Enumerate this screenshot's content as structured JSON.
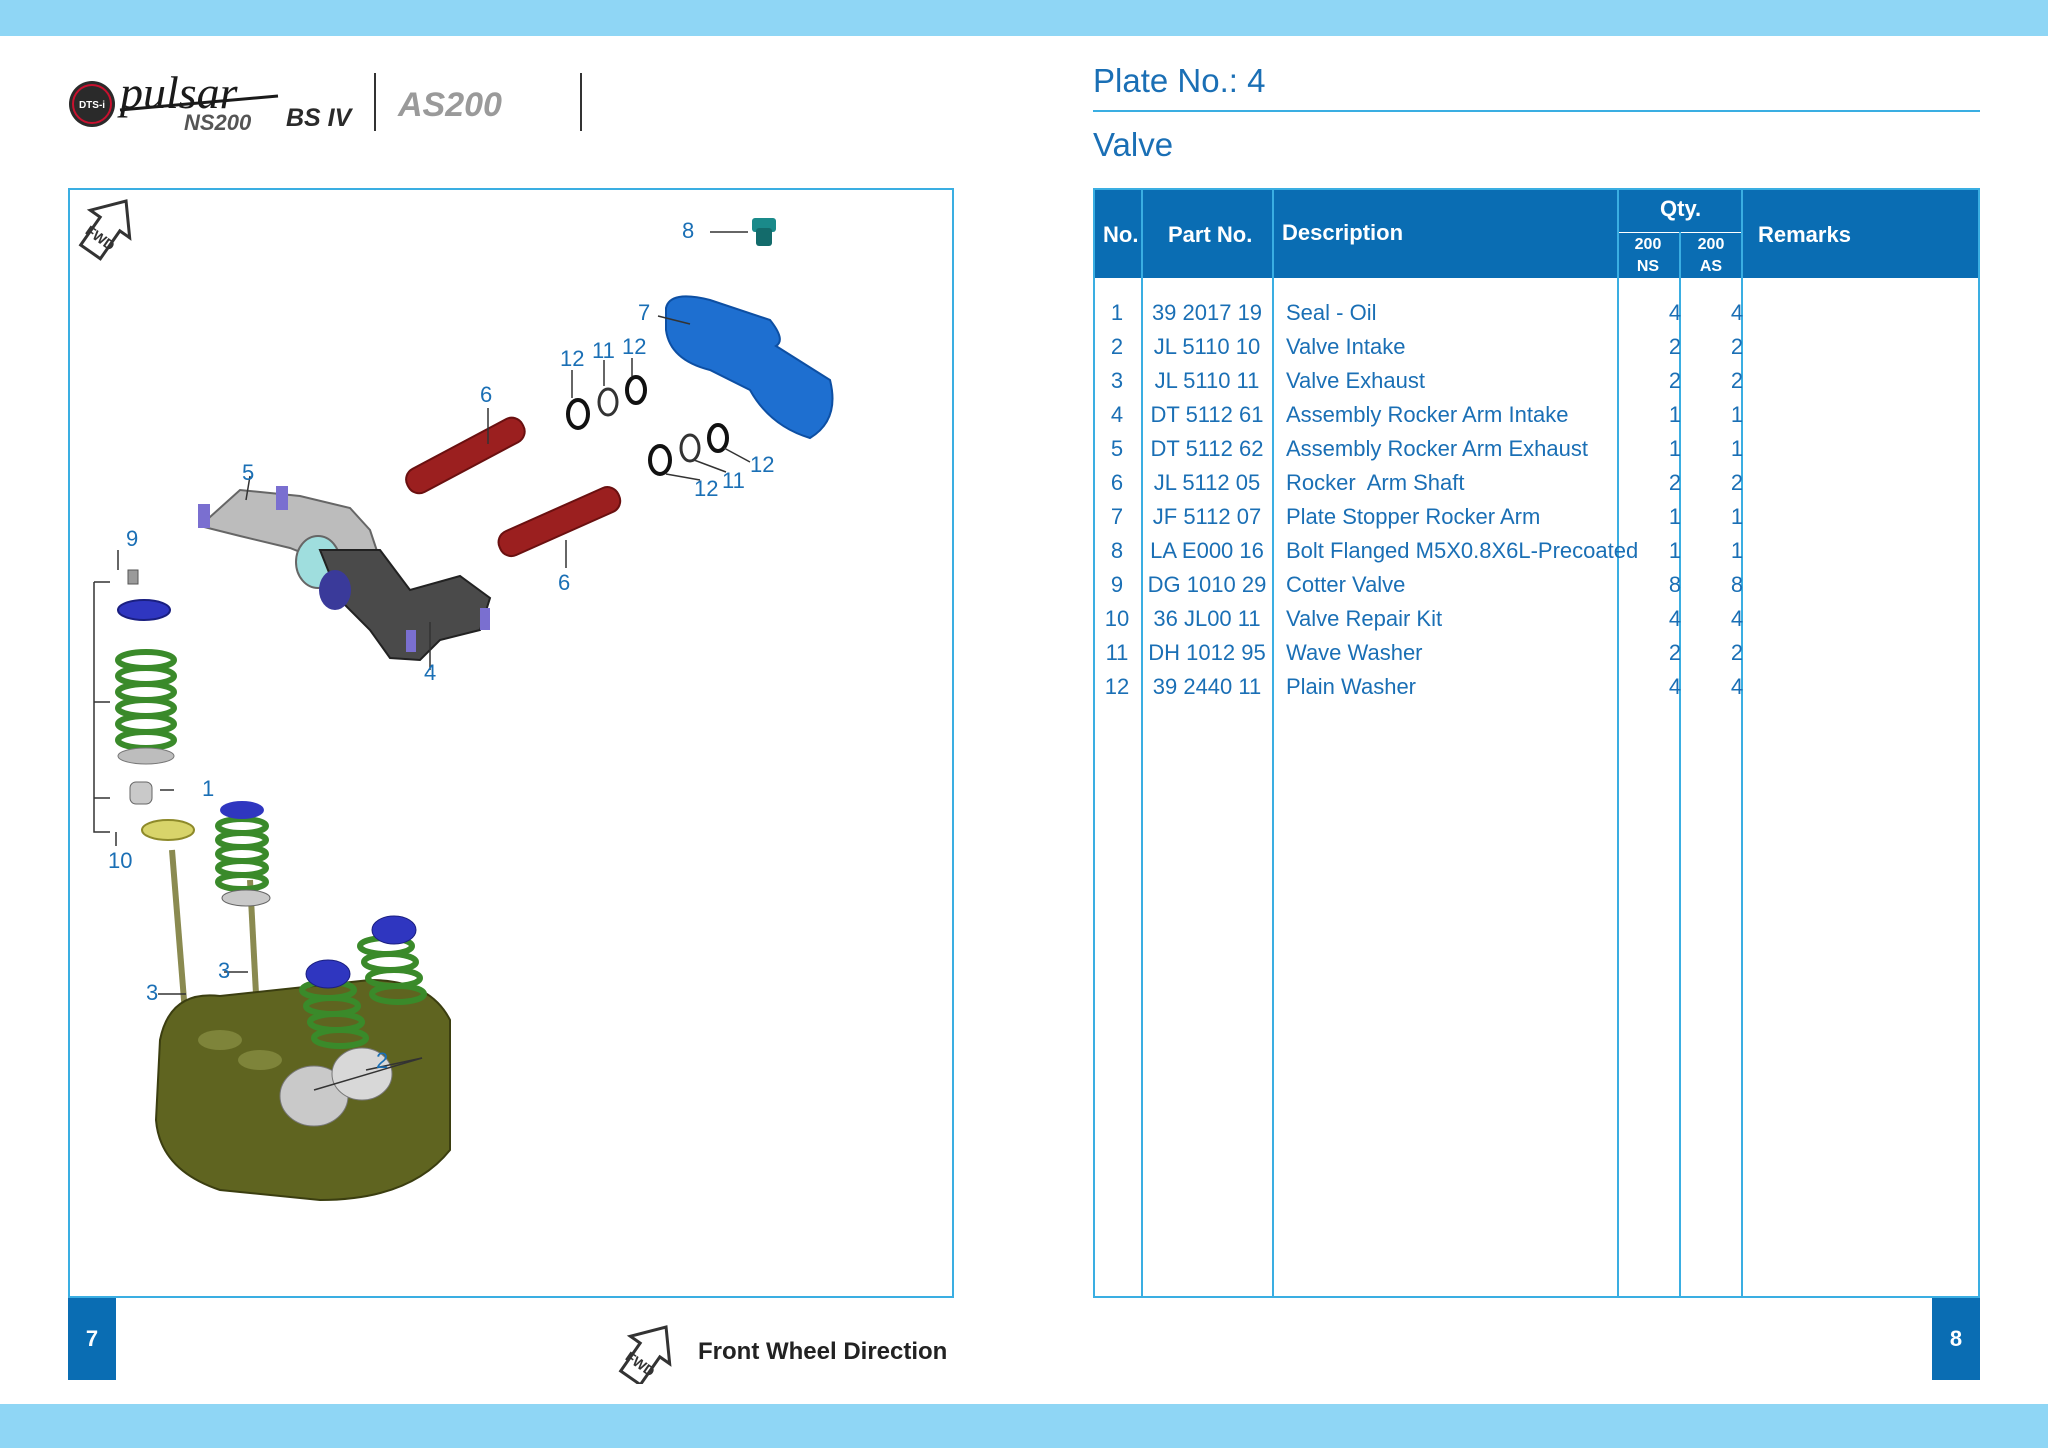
{
  "header": {
    "brand": "pulsar",
    "model_ns": "NS200",
    "bs": "BS IV",
    "model_as": "AS200",
    "dtsi": "DTS-i"
  },
  "plate": {
    "label": "Plate No.: 4",
    "section": "Valve"
  },
  "table": {
    "headers": {
      "no": "No.",
      "part": "Part No.",
      "desc": "Description",
      "qty": "Qty.",
      "ns": [
        "200",
        "NS"
      ],
      "as": [
        "200",
        "AS"
      ],
      "remarks": "Remarks"
    },
    "rows": [
      {
        "no": "1",
        "part": "39 2017 19",
        "desc": "Seal - Oil",
        "ns": "4",
        "as": "4"
      },
      {
        "no": "2",
        "part": "JL 5110 10",
        "desc": "Valve Intake",
        "ns": "2",
        "as": "2"
      },
      {
        "no": "3",
        "part": "JL 5110 11",
        "desc": "Valve Exhaust",
        "ns": "2",
        "as": "2"
      },
      {
        "no": "4",
        "part": "DT 5112 61",
        "desc": "Assembly Rocker Arm Intake",
        "ns": "1",
        "as": "1"
      },
      {
        "no": "5",
        "part": "DT 5112 62",
        "desc": "Assembly Rocker Arm Exhaust",
        "ns": "1",
        "as": "1"
      },
      {
        "no": "6",
        "part": "JL 5112 05",
        "desc": "Rocker  Arm Shaft",
        "ns": "2",
        "as": "2"
      },
      {
        "no": "7",
        "part": "JF 5112 07",
        "desc": "Plate Stopper Rocker Arm",
        "ns": "1",
        "as": "1"
      },
      {
        "no": "8",
        "part": "LA E000 16",
        "desc": "Bolt Flanged M5X0.8X6L-Precoated",
        "ns": "1",
        "as": "1"
      },
      {
        "no": "9",
        "part": "DG 1010 29",
        "desc": "Cotter Valve",
        "ns": "8",
        "as": "8"
      },
      {
        "no": "10",
        "part": "36 JL00 11",
        "desc": "Valve Repair Kit",
        "ns": "4",
        "as": "4"
      },
      {
        "no": "11",
        "part": "DH 1012 95",
        "desc": "Wave Washer",
        "ns": "2",
        "as": "2"
      },
      {
        "no": "12",
        "part": "39 2440 11",
        "desc": "Plain Washer",
        "ns": "4",
        "as": "4"
      }
    ]
  },
  "diagram": {
    "fwd_label": "FWD",
    "callouts": [
      {
        "key": "8",
        "text": "8"
      },
      {
        "key": "7",
        "text": "7"
      },
      {
        "key": "12a",
        "text": "12"
      },
      {
        "key": "11a",
        "text": "11"
      },
      {
        "key": "12b",
        "text": "12"
      },
      {
        "key": "6a",
        "text": "6"
      },
      {
        "key": "5",
        "text": "5"
      },
      {
        "key": "9",
        "text": "9"
      },
      {
        "key": "12c",
        "text": "12"
      },
      {
        "key": "11b",
        "text": "11"
      },
      {
        "key": "12d",
        "text": "12"
      },
      {
        "key": "6b",
        "text": "6"
      },
      {
        "key": "4",
        "text": "4"
      },
      {
        "key": "1",
        "text": "1"
      },
      {
        "key": "10",
        "text": "10"
      },
      {
        "key": "3a",
        "text": "3"
      },
      {
        "key": "3b",
        "text": "3"
      },
      {
        "key": "2",
        "text": "2"
      }
    ]
  },
  "footer": {
    "page_left": "7",
    "page_right": "8",
    "fwd_label": "FWD",
    "fwd_text": "Front Wheel Direction"
  },
  "colors": {
    "accent": "#1a6fb5",
    "header_fill": "#0a6db3",
    "frame": "#3aaee2",
    "band": "#8fd6f5"
  }
}
